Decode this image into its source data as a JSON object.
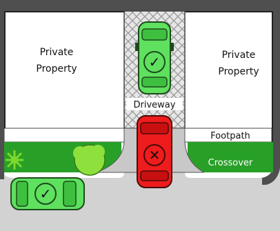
{
  "labels": {
    "left_property_line1": "Private",
    "left_property_line2": "Property",
    "right_property_line1": "Private",
    "right_property_line2": "Property",
    "driveway": "Driveway",
    "footpath": "Footpath",
    "crossover": "Crossover"
  },
  "symbols": {
    "allowed": "✓",
    "not_allowed": "✕"
  },
  "colors": {
    "road": "#d2d2d2",
    "frame": "#4f4f4f",
    "grass": "#28a028",
    "allowed_car": "#5fe05f",
    "blocked_car": "#ee1c1c",
    "bush": "#8ee03c",
    "driveway_pattern": "#c8c8c8"
  }
}
